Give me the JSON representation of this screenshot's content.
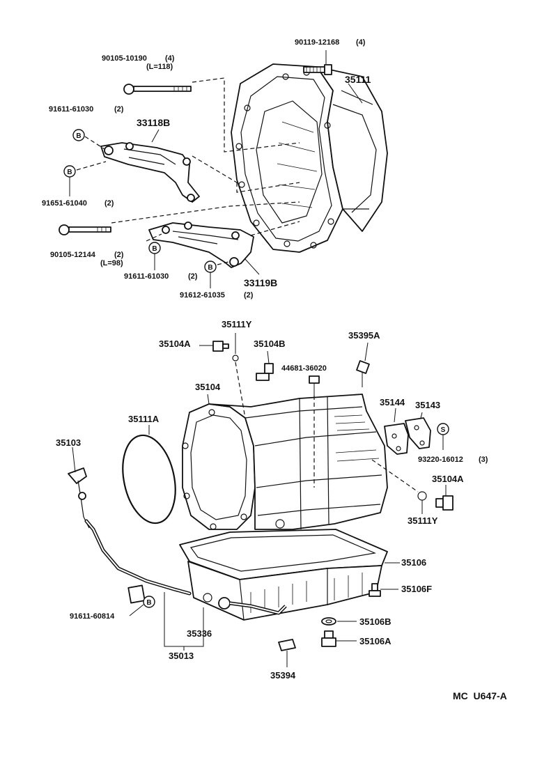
{
  "bolt_top_right": {
    "part_no": "90119-12168",
    "qty": "(4)"
  },
  "bell_housing": {
    "part_no": "35111"
  },
  "bolt_long_upper": {
    "part_no": "90105-10190",
    "qty": "(4)",
    "length": "(L=118)"
  },
  "bracket_upper": {
    "part_no": "33118B"
  },
  "washer_upper_a": {
    "part_no": "91611-61030",
    "qty": "(2)",
    "badge": "B"
  },
  "washer_upper_b": {
    "part_no": "91651-61040",
    "qty": "(2)",
    "badge": "B"
  },
  "bolt_long_lower": {
    "part_no": "90105-12144",
    "qty": "(2)",
    "length": "(L=98)"
  },
  "washer_lower_a": {
    "part_no": "91611-61030",
    "qty": "(2)",
    "badge": "B"
  },
  "washer_lower_b": {
    "part_no": "91612-61035",
    "qty": "(2)",
    "badge": "B"
  },
  "bracket_lower": {
    "part_no": "33119B"
  },
  "oring_top": {
    "part_no": "35111Y"
  },
  "plug_left": {
    "part_no": "35104A"
  },
  "union_elbow": {
    "part_no": "35104B"
  },
  "breather": {
    "part_no": "35395A"
  },
  "sensor_plug": {
    "part_no": "44681-36020"
  },
  "case": {
    "part_no": "35104"
  },
  "gasket_ring": {
    "part_no": "35111A"
  },
  "dipstick": {
    "part_no": "35103"
  },
  "plate_a": {
    "part_no": "35144"
  },
  "plate_b": {
    "part_no": "35143"
  },
  "screw_plate": {
    "part_no": "93220-16012",
    "qty": "(3)",
    "badge": "S"
  },
  "plug_right": {
    "part_no": "35104A"
  },
  "oring_right": {
    "part_no": "35111Y"
  },
  "oil_pan": {
    "part_no": "35106"
  },
  "pan_bolt": {
    "part_no": "35106F"
  },
  "clamp_bolt": {
    "part_no": "91611-60814",
    "badge": "B"
  },
  "oring_tube": {
    "part_no": "35336"
  },
  "tube_assembly": {
    "part_no": "35013"
  },
  "drain_gasket": {
    "part_no": "35106B"
  },
  "drain_plug": {
    "part_no": "35106A"
  },
  "magnet": {
    "part_no": "35394"
  },
  "figure_ref": "MC  U647-A"
}
